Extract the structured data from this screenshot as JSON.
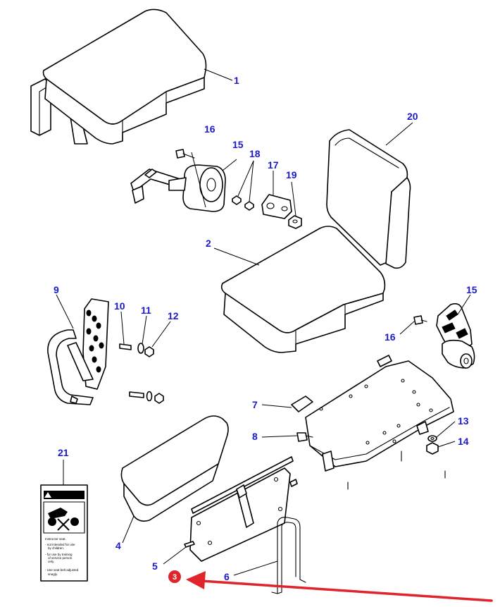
{
  "colors": {
    "callout": "#1a1acc",
    "line": "#000000",
    "marker": "#e0242c",
    "arrow": "#e0242c"
  },
  "callouts": {
    "c1": "1",
    "c2": "2",
    "c4": "4",
    "c5": "5",
    "c6": "6",
    "c7": "7",
    "c8": "8",
    "c9": "9",
    "c10": "10",
    "c11": "11",
    "c12": "12",
    "c13": "13",
    "c14": "14",
    "c15a": "15",
    "c15b": "15",
    "c16a": "16",
    "c16b": "16",
    "c17": "17",
    "c18": "18",
    "c19": "19",
    "c20": "20",
    "c21": "21"
  },
  "highlight": {
    "marker_label": "3",
    "arrow_icon": "arrow-left-icon"
  },
  "warning_label": {
    "header": "WARNING",
    "line1": "Instructor seat.",
    "line2": "- not intended for use",
    "line3": "by children.",
    "line4": "- for use by training",
    "line5": "of service person",
    "line6": "only.",
    "line7": "- Use seat belt adjusted",
    "line8": "snugly."
  }
}
